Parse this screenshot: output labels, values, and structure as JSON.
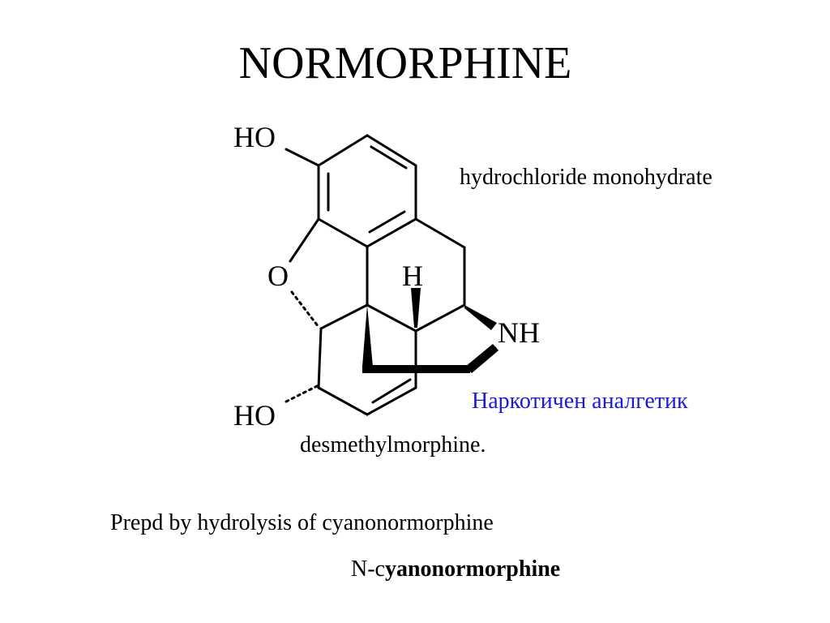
{
  "title": "NORMORPHINE",
  "salt_form": "hydrochloride monohydrate",
  "drug_class": "Наркотичен аналгетик",
  "synonym": "desmethylmorphine.",
  "preparation": "Prepd by hydrolysis of cyanonormorphine",
  "precursor": {
    "prefix": "N-c",
    "name": "yanonormorphine"
  },
  "structure": {
    "labels": {
      "ho_phenol": "HO",
      "ring_oxygen": "O",
      "hydrogen": "H",
      "amine": "NH",
      "ho_alcohol": "HO"
    }
  },
  "colors": {
    "text": "#000000",
    "drug_class": "#1a1adc",
    "background": "#ffffff"
  }
}
